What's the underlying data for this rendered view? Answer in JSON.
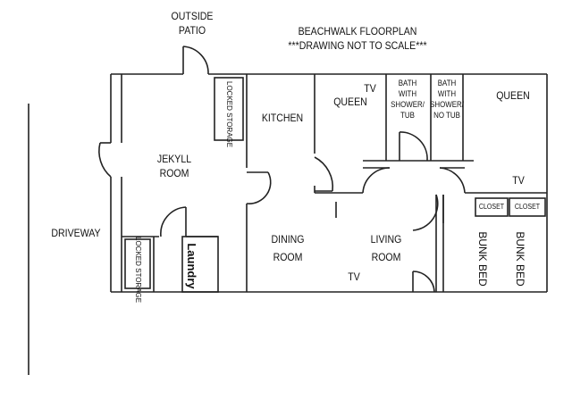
{
  "title": "BEACHWALK FLOORPLAN",
  "subtitle": "***DRAWING NOT TO SCALE***",
  "labels": {
    "outside_patio": [
      "OUTSIDE",
      "PATIO"
    ],
    "driveway": "DRIVEWAY",
    "jekyll_room": [
      "JEKYLL",
      "ROOM"
    ],
    "locked_storage_top": "LOCKED STORAGE",
    "locked_storage_bottom": "LOCKED STORAGE",
    "laundry": "Laundry",
    "kitchen": "KITCHEN",
    "queen_left": "QUEEN",
    "tv_queen_left": "TV",
    "bath_1": [
      "BATH",
      "WITH",
      "SHOWER/",
      "TUB"
    ],
    "bath_2": [
      "BATH",
      "WITH",
      "SHOWER/",
      "NO TUB"
    ],
    "queen_right": "QUEEN",
    "tv_queen_right": "TV",
    "closet_1": "CLOSET",
    "closet_2": "CLOSET",
    "dining_room": [
      "DINING",
      "ROOM"
    ],
    "living_room": [
      "LIVING",
      "ROOM"
    ],
    "tv_living": "TV",
    "bunk_bed_1": "BUNK BED",
    "bunk_bed_2": "BUNK BED"
  }
}
